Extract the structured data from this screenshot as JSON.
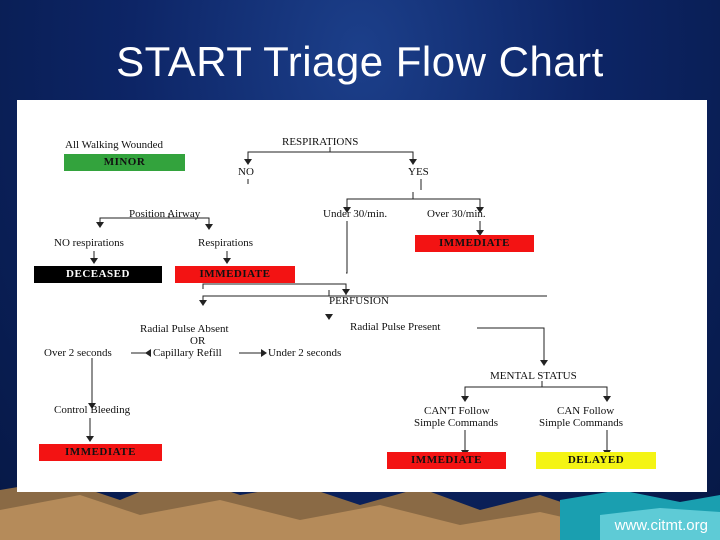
{
  "slide": {
    "title": "START Triage Flow Chart",
    "footer_url": "www.citmt.org"
  },
  "flowchart": {
    "all_walking_wounded": "All Walking Wounded",
    "minor": "MINOR",
    "respirations": "RESPIRATIONS",
    "no": "NO",
    "yes": "YES",
    "position_airway": "Position Airway",
    "under_30": "Under 30/min.",
    "over_30": "Over 30/min.",
    "immediate_resp": "IMMEDIATE",
    "no_respirations": "NO respirations",
    "respirations_after": "Respirations",
    "deceased": "DECEASED",
    "immediate_airway": "IMMEDIATE",
    "perfusion": "PERFUSION",
    "radial_pulse_absent": "Radial Pulse Absent",
    "or": "OR",
    "capillary_refill": "Capillary Refill",
    "over_2_seconds": "Over 2 seconds",
    "under_2_seconds": "Under 2 seconds",
    "radial_pulse_present": "Radial Pulse Present",
    "mental_status": "MENTAL STATUS",
    "control_bleeding": "Control Bleeding",
    "immediate_perfusion": "IMMEDIATE",
    "cant_follow": "CAN'T Follow",
    "cant_follow_sub": "Simple Commands",
    "can_follow": "CAN Follow",
    "can_follow_sub": "Simple Commands",
    "immediate_mental": "IMMEDIATE",
    "delayed": "DELAYED",
    "colors": {
      "minor": "#33a33d",
      "deceased": "#000000",
      "immediate": "#f31313",
      "delayed": "#f4f414"
    }
  }
}
